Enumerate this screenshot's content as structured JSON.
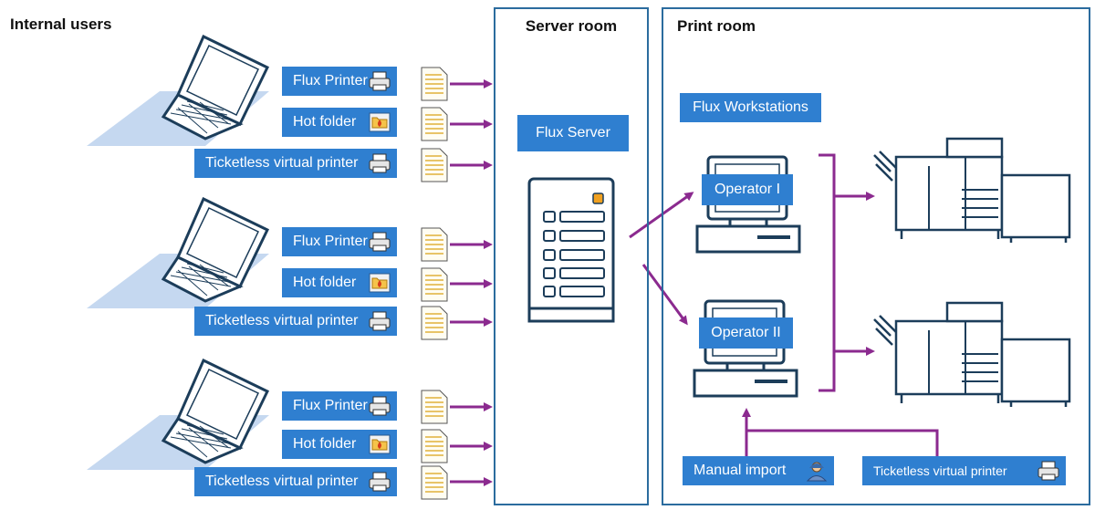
{
  "internal_users": {
    "title": "Internal users",
    "groups": [
      {
        "printer": "Flux Printer",
        "hotfolder": "Hot folder",
        "virtual": "Ticketless virtual printer"
      },
      {
        "printer": "Flux Printer",
        "hotfolder": "Hot folder",
        "virtual": "Ticketless virtual printer"
      },
      {
        "printer": "Flux Printer",
        "hotfolder": "Hot folder",
        "virtual": "Ticketless virtual printer"
      }
    ]
  },
  "server_room": {
    "title": "Server room",
    "server_label": "Flux Server"
  },
  "print_room": {
    "title": "Print room",
    "workstations_label": "Flux Workstations",
    "operators": [
      "Operator I",
      "Operator II"
    ],
    "manual_import": "Manual import",
    "virtual_printer": "Ticketless virtual printer"
  },
  "colors": {
    "accent": "#2f7fd0",
    "arrow": "#8b2a8f",
    "outline": "#2b6c9e",
    "laptop_shadow": "#c5d8f0"
  }
}
